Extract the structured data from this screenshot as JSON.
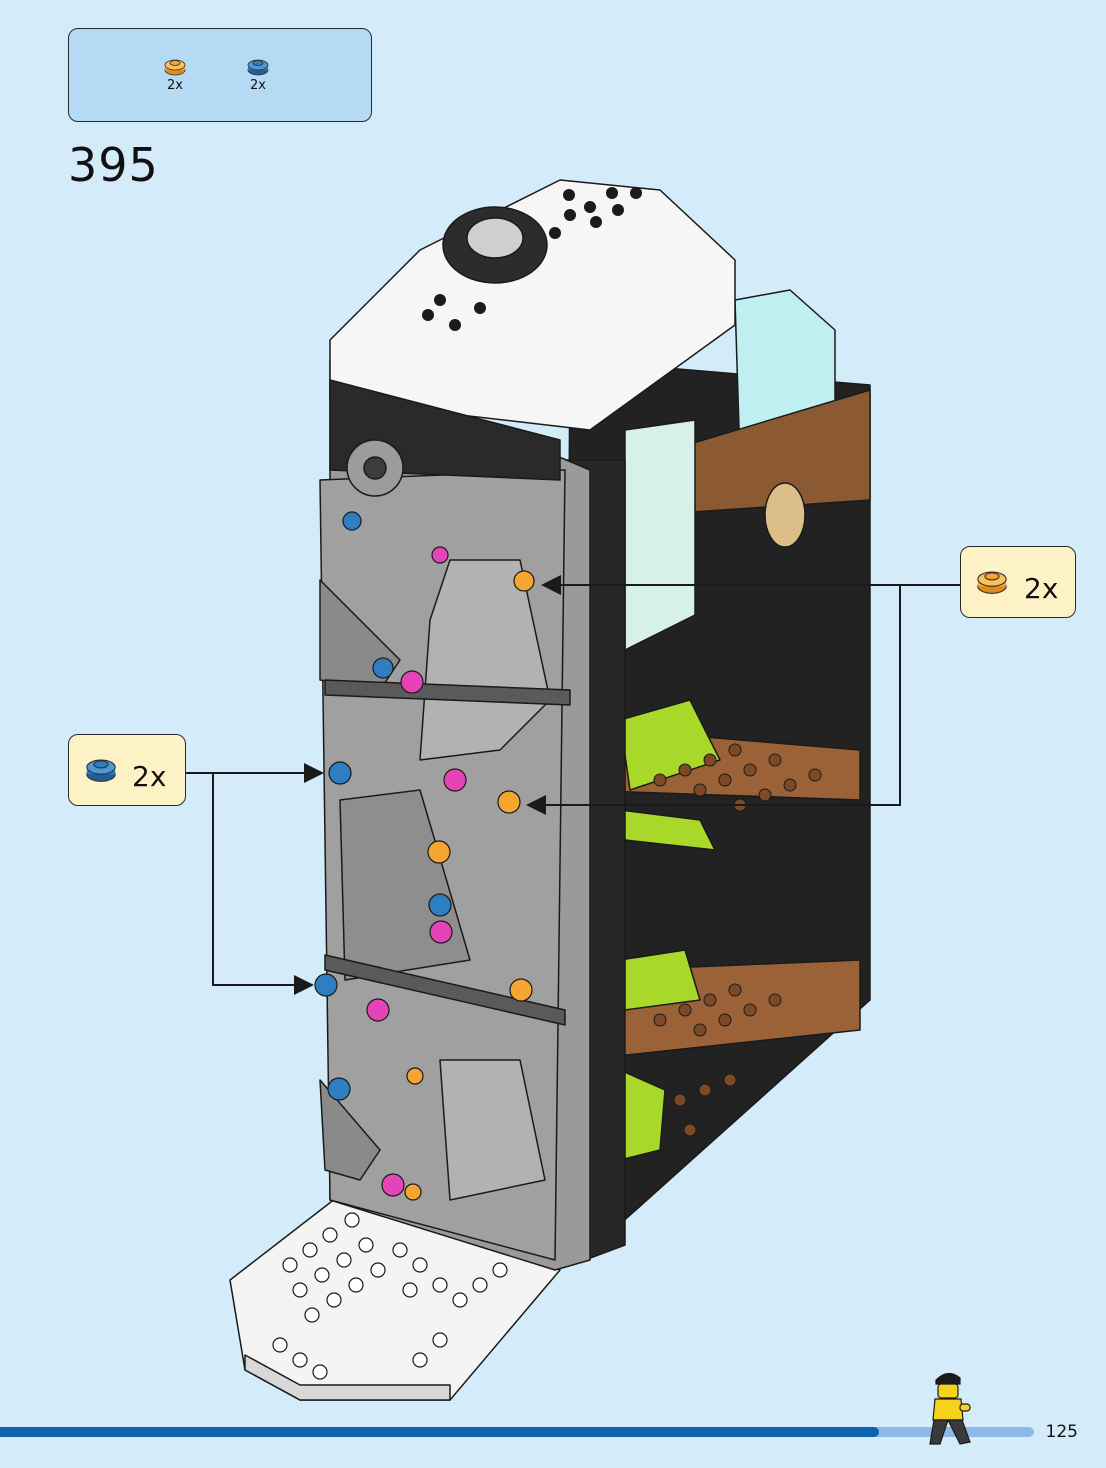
{
  "parts_list": {
    "items": [
      {
        "color": "#f7a531",
        "icon": "orange-round-plate-icon",
        "quantity": "2x"
      },
      {
        "color": "#2f7ec1",
        "icon": "blue-round-plate-icon",
        "quantity": "2x"
      }
    ]
  },
  "step": {
    "number": "395"
  },
  "callouts": [
    {
      "side": "right",
      "color": "#f7a531",
      "icon": "orange-round-plate-icon",
      "quantity": "2x"
    },
    {
      "side": "left",
      "color": "#2f7ec1",
      "icon": "blue-round-plate-icon",
      "quantity": "2x"
    }
  ],
  "progress": {
    "fraction": 0.85
  },
  "page": {
    "number": "125"
  },
  "colors": {
    "background": "#d4ebfa",
    "parts_box": "#b6daf3",
    "callout_box": "#fdf2c6",
    "progress_bar": "#0e62b0",
    "progress_rest": "#8cb9e8"
  }
}
